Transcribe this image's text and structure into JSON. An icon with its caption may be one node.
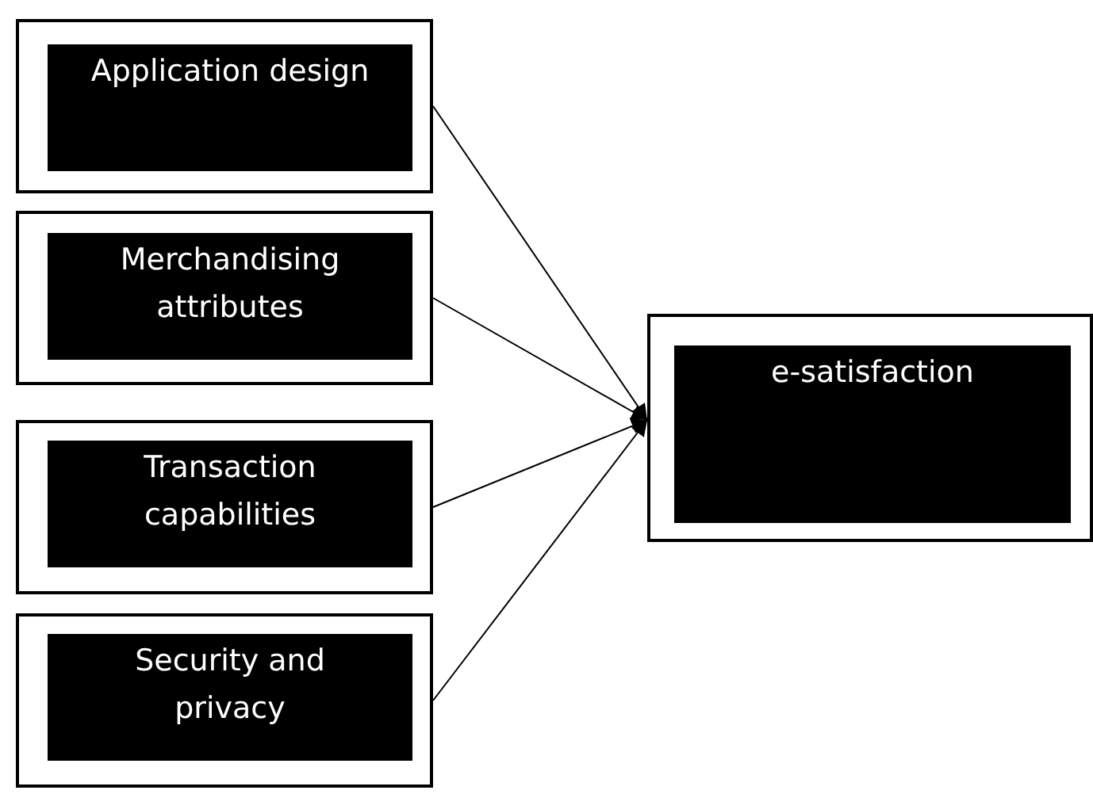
{
  "diagram": {
    "nodes": [
      {
        "text": [],
        "shape": "box"
      },
      {
        "text": [
          "Application design"
        ],
        "in": 0
      },
      {
        "text": [],
        "shape": "box"
      },
      {
        "text": [
          "Merchandising attributes"
        ],
        "in": 2
      },
      {
        "text": [],
        "shape": "box"
      },
      {
        "text": [
          "Transaction capabilities"
        ],
        "in": 4
      },
      {
        "text": [],
        "shape": "box"
      },
      {
        "text": [
          "Security and privacy"
        ],
        "in": 6
      },
      {
        "text": [],
        "shape": "box"
      },
      {
        "text": [
          "e-satisfaction"
        ],
        "in": 8
      }
    ],
    "edges": [
      {
        "from": 0,
        "to": 8,
        "arrow": "to"
      },
      {
        "from": 2,
        "to": 8,
        "arrow": "to"
      },
      {
        "from": 4,
        "to": 8,
        "arrow": "to"
      },
      {
        "from": 6,
        "to": 8,
        "arrow": "to"
      }
    ]
  }
}
